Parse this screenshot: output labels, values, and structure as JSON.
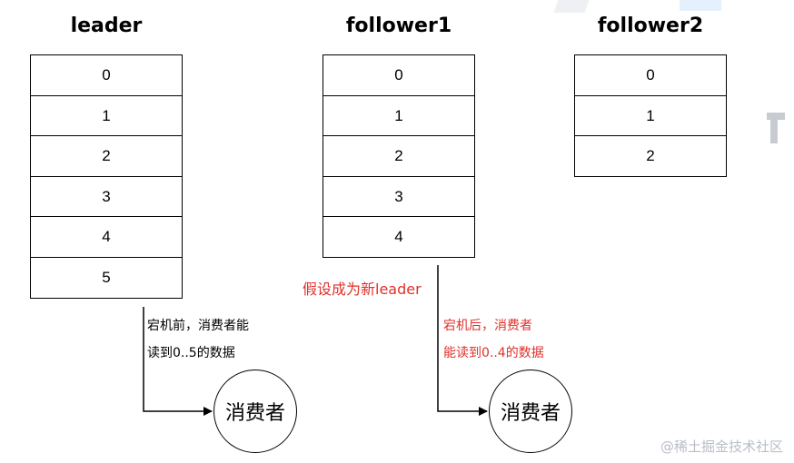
{
  "leader": {
    "title": "leader",
    "cells": [
      "0",
      "1",
      "2",
      "3",
      "4",
      "5"
    ]
  },
  "follower1": {
    "title": "follower1",
    "cells": [
      "0",
      "1",
      "2",
      "3",
      "4"
    ]
  },
  "follower2": {
    "title": "follower2",
    "cells": [
      "0",
      "1",
      "2"
    ]
  },
  "notes": {
    "before_line1": "宕机前，消费者能",
    "before_line2": "读到0..5的数据",
    "new_leader": "假设成为新leader",
    "after_line1": "宕机后，消费者",
    "after_line2": "能读到0..4的数据"
  },
  "consumer_left": "消费者",
  "consumer_right": "消费者",
  "watermark": "@稀土掘金技术社区",
  "colors": {
    "red": "#e0302a",
    "line": "#000000",
    "watermark": "#b8bec8"
  }
}
